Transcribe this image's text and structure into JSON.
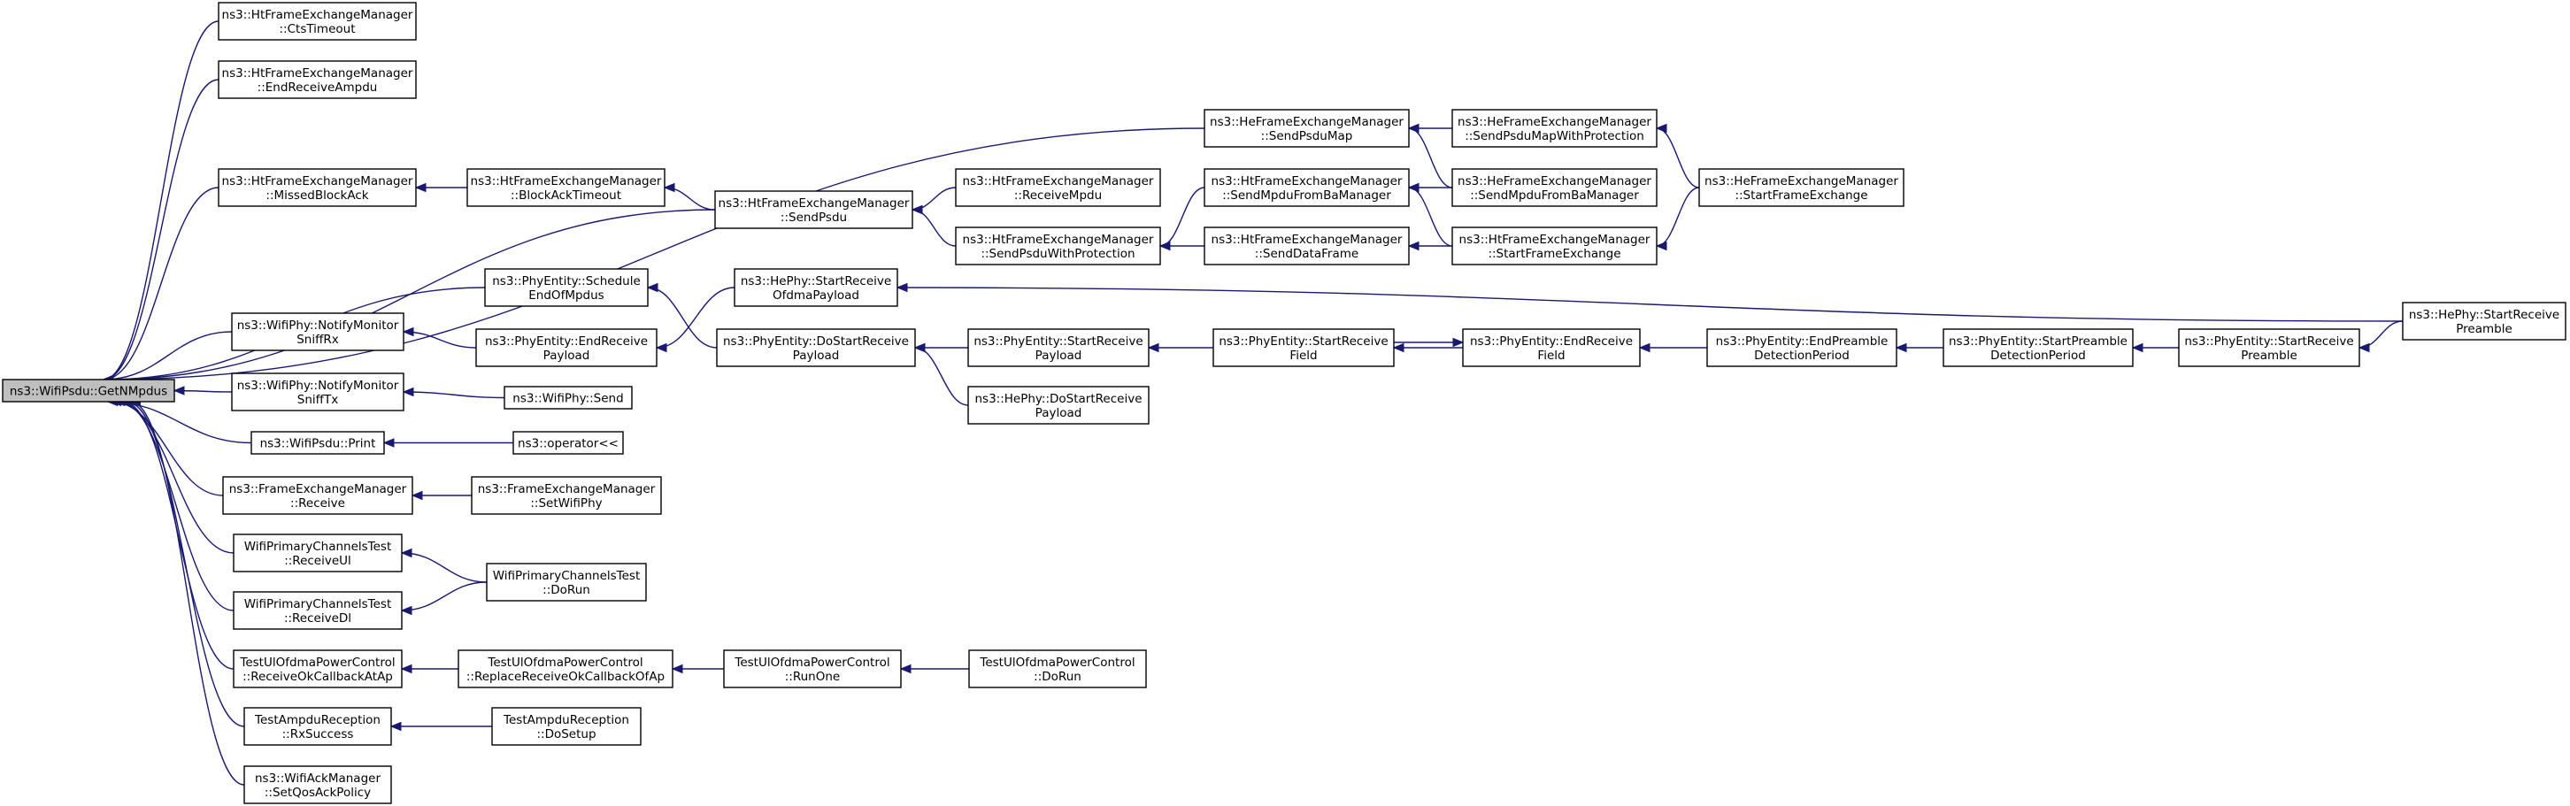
{
  "diagram": {
    "type": "doxygen-caller-graph",
    "edge_color": "#191970",
    "root_fill": "#bfbfbf",
    "node_fill": "#ffffff",
    "nodes": [
      {
        "id": "root",
        "lines": [
          "ns3::WifiPsdu::GetNMpdus"
        ]
      },
      {
        "id": "cts",
        "lines": [
          "ns3::HtFrameExchangeManager",
          "::CtsTimeout"
        ]
      },
      {
        "id": "endampdu",
        "lines": [
          "ns3::HtFrameExchangeManager",
          "::EndReceiveAmpdu"
        ]
      },
      {
        "id": "missedba",
        "lines": [
          "ns3::HtFrameExchangeManager",
          "::MissedBlockAck"
        ]
      },
      {
        "id": "batimeout",
        "lines": [
          "ns3::HtFrameExchangeManager",
          "::BlockAckTimeout"
        ]
      },
      {
        "id": "sendpsdu",
        "lines": [
          "ns3::HtFrameExchangeManager",
          "::SendPsdu"
        ]
      },
      {
        "id": "recvmpdu",
        "lines": [
          "ns3::HtFrameExchangeManager",
          "::ReceiveMpdu"
        ]
      },
      {
        "id": "sendpsduprot",
        "lines": [
          "ns3::HtFrameExchangeManager",
          "::SendPsduWithProtection"
        ]
      },
      {
        "id": "htsendmpdu",
        "lines": [
          "ns3::HtFrameExchangeManager",
          "::SendMpduFromBaManager"
        ]
      },
      {
        "id": "htsenddata",
        "lines": [
          "ns3::HtFrameExchangeManager",
          "::SendDataFrame"
        ]
      },
      {
        "id": "hesendpsdumap",
        "lines": [
          "ns3::HeFrameExchangeManager",
          "::SendPsduMap"
        ]
      },
      {
        "id": "hesendpsdumapprot",
        "lines": [
          "ns3::HeFrameExchangeManager",
          "::SendPsduMapWithProtection"
        ]
      },
      {
        "id": "hesendmpdu",
        "lines": [
          "ns3::HeFrameExchangeManager",
          "::SendMpduFromBaManager"
        ]
      },
      {
        "id": "htstartfe",
        "lines": [
          "ns3::HtFrameExchangeManager",
          "::StartFrameExchange"
        ]
      },
      {
        "id": "hestartfe",
        "lines": [
          "ns3::HeFrameExchangeManager",
          "::StartFrameExchange"
        ]
      },
      {
        "id": "schedeom",
        "lines": [
          "ns3::PhyEntity::Schedule",
          "EndOfMpdus"
        ]
      },
      {
        "id": "hestartofdma",
        "lines": [
          "ns3::HePhy::StartReceive",
          "OfdmaPayload"
        ]
      },
      {
        "id": "hestartpre",
        "lines": [
          "ns3::HePhy::StartReceive",
          "Preamble"
        ]
      },
      {
        "id": "sniffrx",
        "lines": [
          "ns3::WifiPhy::NotifyMonitor",
          "SniffRx"
        ]
      },
      {
        "id": "endrecvpayload",
        "lines": [
          "ns3::PhyEntity::EndReceive",
          "Payload"
        ]
      },
      {
        "id": "dostartpayload",
        "lines": [
          "ns3::PhyEntity::DoStartReceive",
          "Payload"
        ]
      },
      {
        "id": "startpayload",
        "lines": [
          "ns3::PhyEntity::StartReceive",
          "Payload"
        ]
      },
      {
        "id": "hedostartpayload",
        "lines": [
          "ns3::HePhy::DoStartReceive",
          "Payload"
        ]
      },
      {
        "id": "startfield",
        "lines": [
          "ns3::PhyEntity::StartReceive",
          "Field"
        ]
      },
      {
        "id": "endfield",
        "lines": [
          "ns3::PhyEntity::EndReceive",
          "Field"
        ]
      },
      {
        "id": "endpredet",
        "lines": [
          "ns3::PhyEntity::EndPreamble",
          "DetectionPeriod"
        ]
      },
      {
        "id": "startpredet",
        "lines": [
          "ns3::PhyEntity::StartPreamble",
          "DetectionPeriod"
        ]
      },
      {
        "id": "startpre",
        "lines": [
          "ns3::PhyEntity::StartReceive",
          "Preamble"
        ]
      },
      {
        "id": "sniffTx",
        "lines": [
          "ns3::WifiPhy::NotifyMonitor",
          "SniffTx"
        ]
      },
      {
        "id": "physend",
        "lines": [
          "ns3::WifiPhy::Send"
        ]
      },
      {
        "id": "print",
        "lines": [
          "ns3::WifiPsdu::Print"
        ]
      },
      {
        "id": "operator",
        "lines": [
          "ns3::operator<<"
        ]
      },
      {
        "id": "ferecv",
        "lines": [
          "ns3::FrameExchangeManager",
          "::Receive"
        ]
      },
      {
        "id": "setwifiphy",
        "lines": [
          "ns3::FrameExchangeManager",
          "::SetWifiPhy"
        ]
      },
      {
        "id": "recvul",
        "lines": [
          "WifiPrimaryChannelsTest",
          "::ReceiveUl"
        ]
      },
      {
        "id": "recvdl",
        "lines": [
          "WifiPrimaryChannelsTest",
          "::ReceiveDl"
        ]
      },
      {
        "id": "pcdorun",
        "lines": [
          "WifiPrimaryChannelsTest",
          "::DoRun"
        ]
      },
      {
        "id": "recvokap",
        "lines": [
          "TestUlOfdmaPowerControl",
          "::ReceiveOkCallbackAtAp"
        ]
      },
      {
        "id": "replacecb",
        "lines": [
          "TestUlOfdmaPowerControl",
          "::ReplaceReceiveOkCallbackOfAp"
        ]
      },
      {
        "id": "runone",
        "lines": [
          "TestUlOfdmaPowerControl",
          "::RunOne"
        ]
      },
      {
        "id": "pcdorun2",
        "lines": [
          "TestUlOfdmaPowerControl",
          "::DoRun"
        ]
      },
      {
        "id": "rxsuccess",
        "lines": [
          "TestAmpduReception",
          "::RxSuccess"
        ]
      },
      {
        "id": "dosetup",
        "lines": [
          "TestAmpduReception",
          "::DoSetup"
        ]
      },
      {
        "id": "setqos",
        "lines": [
          "ns3::WifiAckManager",
          "::SetQosAckPolicy"
        ]
      }
    ],
    "edges": [
      [
        "cts",
        "root"
      ],
      [
        "endampdu",
        "root"
      ],
      [
        "missedba",
        "root"
      ],
      [
        "hesendpsdumap",
        "root"
      ],
      [
        "sendpsdu",
        "root"
      ],
      [
        "schedeom",
        "root"
      ],
      [
        "sniffrx",
        "root"
      ],
      [
        "sniffTx",
        "root"
      ],
      [
        "print",
        "root"
      ],
      [
        "ferecv",
        "root"
      ],
      [
        "recvul",
        "root"
      ],
      [
        "recvdl",
        "root"
      ],
      [
        "recvokap",
        "root"
      ],
      [
        "rxsuccess",
        "root"
      ],
      [
        "setqos",
        "root"
      ],
      [
        "batimeout",
        "missedba"
      ],
      [
        "sendpsdu",
        "batimeout"
      ],
      [
        "recvmpdu",
        "sendpsdu"
      ],
      [
        "sendpsduprot",
        "sendpsdu"
      ],
      [
        "htsendmpdu",
        "sendpsduprot"
      ],
      [
        "htsenddata",
        "sendpsduprot"
      ],
      [
        "hesendmpdu",
        "htsendmpdu"
      ],
      [
        "htstartfe",
        "htsendmpdu"
      ],
      [
        "htstartfe",
        "htsenddata"
      ],
      [
        "hestartfe",
        "htstartfe"
      ],
      [
        "hesendpsdumapprot",
        "hesendpsdumap"
      ],
      [
        "hesendmpdu",
        "hesendpsdumap"
      ],
      [
        "hestartfe",
        "hesendpsdumapprot"
      ],
      [
        "dostartpayload",
        "schedeom"
      ],
      [
        "endrecvpayload",
        "sniffrx"
      ],
      [
        "hestartofdma",
        "endrecvpayload"
      ],
      [
        "hestartpre",
        "hestartofdma"
      ],
      [
        "startpayload",
        "dostartpayload"
      ],
      [
        "hedostartpayload",
        "dostartpayload"
      ],
      [
        "startfield",
        "startpayload"
      ],
      [
        "endfield",
        "startfield"
      ],
      [
        "startfield",
        "endfield"
      ],
      [
        "endpredet",
        "endfield"
      ],
      [
        "startpredet",
        "endpredet"
      ],
      [
        "startpre",
        "startpredet"
      ],
      [
        "hestartpre",
        "startpre"
      ],
      [
        "physend",
        "sniffTx"
      ],
      [
        "operator",
        "print"
      ],
      [
        "setwifiphy",
        "ferecv"
      ],
      [
        "pcdorun",
        "recvul"
      ],
      [
        "pcdorun",
        "recvdl"
      ],
      [
        "replacecb",
        "recvokap"
      ],
      [
        "runone",
        "replacecb"
      ],
      [
        "pcdorun2",
        "runone"
      ],
      [
        "dosetup",
        "rxsuccess"
      ]
    ]
  }
}
